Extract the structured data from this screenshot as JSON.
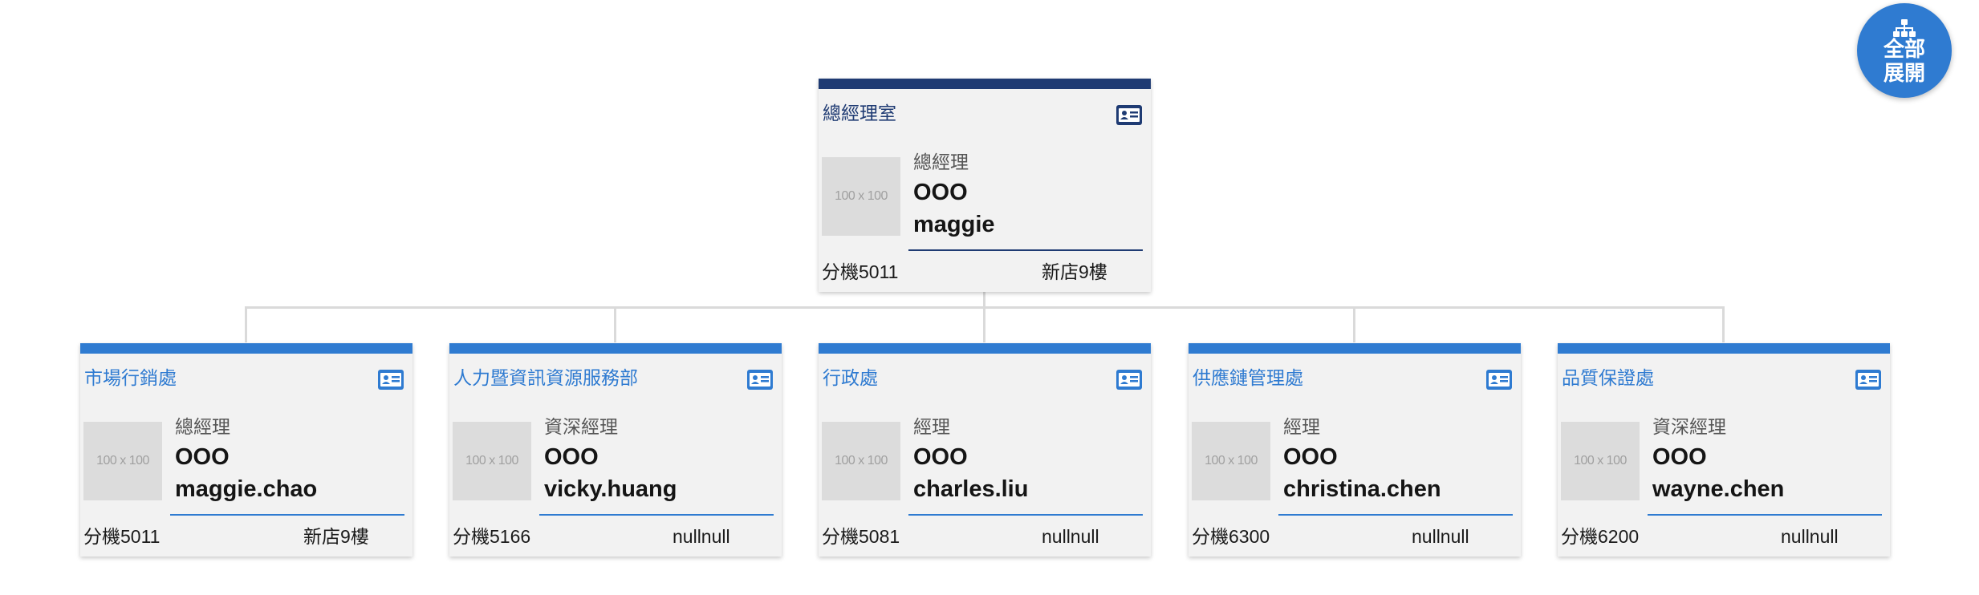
{
  "colors": {
    "root_bar": "#1f3b73",
    "root_text": "#1f3b73",
    "child_bar": "#2f7bd1",
    "child_text": "#2f7bd1",
    "connector": "#dadada",
    "button_bg": "#2f7bd1"
  },
  "toolbar": {
    "expand_all_line1": "全部",
    "expand_all_line2": "展開",
    "expand_icon": "org-tree-icon"
  },
  "org": {
    "root": {
      "dept": "總經理室",
      "photo_placeholder": "100 x 100",
      "title": "總經理",
      "name": "OOO",
      "account": "maggie",
      "ext": "分機5011",
      "location": "新店9樓"
    },
    "children": [
      {
        "dept": "市場行銷處",
        "photo_placeholder": "100 x 100",
        "title": "總經理",
        "name": "OOO",
        "account": "maggie.chao",
        "ext": "分機5011",
        "location": "新店9樓"
      },
      {
        "dept": "人力暨資訊資源服務部",
        "photo_placeholder": "100 x 100",
        "title": "資深經理",
        "name": "OOO",
        "account": "vicky.huang",
        "ext": "分機5166",
        "location": "nullnull"
      },
      {
        "dept": "行政處",
        "photo_placeholder": "100 x 100",
        "title": "經理",
        "name": "OOO",
        "account": "charles.liu",
        "ext": "分機5081",
        "location": "nullnull"
      },
      {
        "dept": "供應鏈管理處",
        "photo_placeholder": "100 x 100",
        "title": "經理",
        "name": "OOO",
        "account": "christina.chen",
        "ext": "分機6300",
        "location": "nullnull"
      },
      {
        "dept": "品質保證處",
        "photo_placeholder": "100 x 100",
        "title": "資深經理",
        "name": "OOO",
        "account": "wayne.chen",
        "ext": "分機6200",
        "location": "nullnull"
      }
    ]
  }
}
